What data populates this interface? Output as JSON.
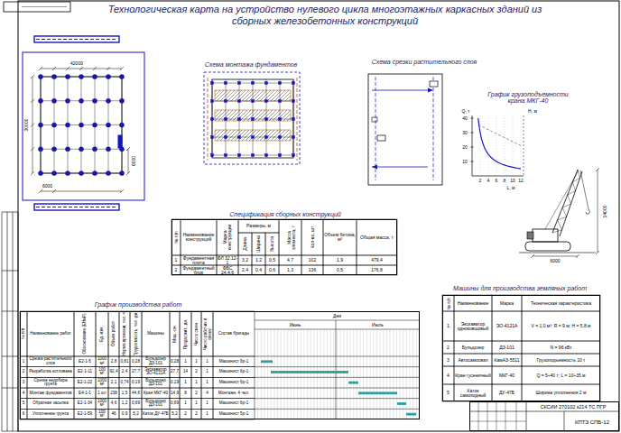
{
  "diagram": {
    "title": "Технологическая карта на устройство нулевого цикла многоэтажных каркасных зданий из сборных железобетонных конструкций",
    "nodes": [
      {
        "text": [
          "Спецификация сборных конструкций"
        ]
      },
      {
        "text": [
          "График производства работ"
        ]
      },
      {
        "text": [
          "Машины для производства земляных работ"
        ]
      },
      {
        "text": [
          "СКСИИ 270102 к214 ТС ПГР",
          "КПТЗ СПБ-12"
        ]
      }
    ],
    "labels": [
      "Схема монтажа фундаментов",
      "Схема срезки растительного слоя",
      "График грузоподъемности крана МКГ-40",
      "42000",
      "30000",
      "6000",
      "6000",
      "Q, т",
      "40",
      "30",
      "20",
      "10",
      "2",
      "4",
      "6",
      "8",
      "10",
      "12",
      "L, м",
      "H, м",
      "14000",
      "6000",
      "Дни",
      "Июнь",
      "Июль",
      "№ п/п",
      "Наименование конструкций",
      "Марка конструкции",
      "Размеры, м",
      "Длина",
      "Ширина",
      "Высота",
      "Масса элемента, т",
      "Кол-во, шт",
      "Объем бетона, м³",
      "Общая масса, т",
      "1",
      "Фундаментная плита",
      "ФЛ 32.12-1",
      "3,2",
      "1,2",
      "0,5",
      "4,7",
      "102",
      "1,9",
      "479,4",
      "2",
      "Фундаментный блок",
      "ФБС 24.4.6",
      "2,4",
      "0,4",
      "0,6",
      "1,3",
      "136",
      "0,5",
      "176,8",
      "№ п/п",
      "Наименование",
      "Марка",
      "Техническая характеристика",
      "1",
      "Экскаватор одноковшовый",
      "ЭО-4121А",
      "V = 1,0 м³; R = 9 м; H = 5,8 м",
      "2",
      "Бульдозер",
      "ДЗ-101",
      "N = 96 кВт",
      "3",
      "Автосамосвал",
      "КамАЗ-5511",
      "Грузоподъемность 10 т",
      "4",
      "Кран гусеничный",
      "МКГ-40",
      "Q = 5÷40 т; L = 10÷35 м",
      "5",
      "Каток самоходный",
      "ДУ-47Б",
      "Ширина уплотнения 2 м",
      "№ п/п",
      "Наименование работ",
      "Обоснование (ЕНиР)",
      "Ед. изм.",
      "Объем работ",
      "Норма времени, чел.-ч",
      "Трудоемкость, чел.-дн",
      "Машины",
      "Маш.-см",
      "Продолжит., дн.",
      "Число смен",
      "Число рабочих в смену",
      "Состав бригады",
      "1",
      "Срезка растительного слоя",
      "Е2-1-5",
      "1000 м²",
      "2,8",
      "0,81",
      "0,28",
      "Бульдозер ДЗ-101",
      "0,28",
      "1",
      "1",
      "1",
      "Машинист 6р-1",
      "2",
      "Разработка котлована",
      "Е2-1-11",
      "100 м³",
      "92,4",
      "2,4",
      "27,7",
      "Экскаватор ЭО-4121А",
      "27,7",
      "14",
      "2",
      "1",
      "Машинист 6р-1",
      "3",
      "Срезка недобора грунта",
      "Е2-1-22",
      "1000 м²",
      "2,1",
      "0,74",
      "0,19",
      "Бульдозер ДЗ-101",
      "0,19",
      "1",
      "1",
      "1",
      "Машинист 6р-1",
      "4",
      "Монтаж фундаментов",
      "Е4-1-1",
      "1 шт",
      "238",
      "1,5",
      "44,6",
      "Кран МКГ-40",
      "14,9",
      "8",
      "2",
      "4",
      "Монтажн. 4 чел.",
      "5",
      "Обратная засыпка",
      "Е2-1-34",
      "1000 м³",
      "4,6",
      "1,2",
      "0,69",
      "Бульдозер ДЗ-101",
      "0,69",
      "1",
      "1",
      "1",
      "Машинист 6р-1",
      "6",
      "Уплотнение грунта",
      "Е2-1-59",
      "100 м³",
      "46",
      "0,9",
      "5,2",
      "Каток ДУ-47Б",
      "5,2",
      "2",
      "2",
      "1",
      "Машинист 5р-1"
    ]
  }
}
